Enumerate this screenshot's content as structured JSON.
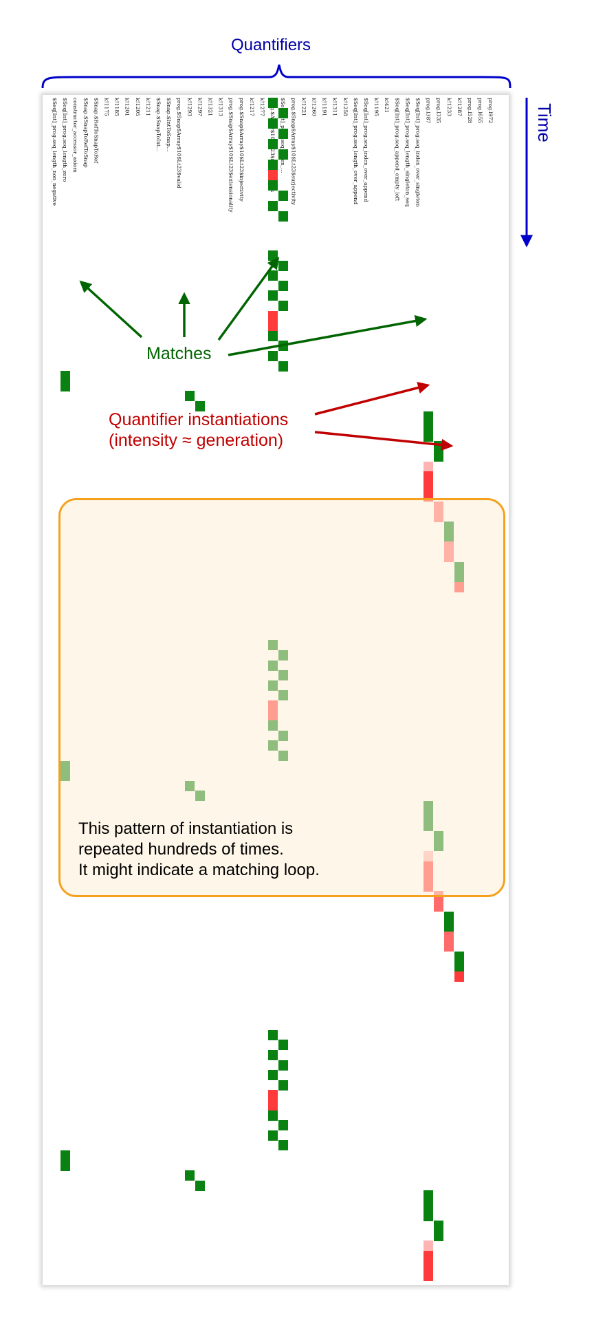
{
  "header": {
    "quantifiers_title": "Quantifiers",
    "time_label": "Time"
  },
  "quantifiers": [
    "$Seq[Int]_prog.seq_length_non_negative",
    "$Seq[Int]_prog.seq_length_zero",
    "constructor_accessor_axiom",
    "$Snap.$SnapToRefToSnap",
    "$Snap.$RefToSnapToRef",
    "k!1175",
    "k!1185",
    "k!1201",
    "k!1205",
    "k!1211",
    "$Snap.$SnapToInt...",
    "$Snap.$IntToSnap...",
    "prog.$Snap$Array$10$Lt23$valid",
    "k!1293",
    "k!1297",
    "k!1321",
    "k!1313",
    "prog.$Snap$Array$10$Lt23$extensionality",
    "prog.$Snap$Array$10$Lt23$injectivity",
    "k!1217",
    "k!1277",
    "prog.$Array$10$Lt23$read_indices",
    "$Seq[Int]_prog.seq_index_...",
    "prog.$Snap$Array$10$Lt23$surjectivity",
    "k!1221",
    "k!1260",
    "k!1191",
    "k!1311",
    "k!1258",
    "$Seq[Int]_prog.seq_length_over_append",
    "$Seq[Int]_prog.seq_index_over_append",
    "k!1195",
    "k!421",
    "$Seq[Int]_prog.seq_append_empty_left",
    "$Seq[Int]_prog.seq_length_singleton_seq",
    "$Seq[Int]_prog.seq_index_over_singleton",
    "prog.l387",
    "prog.l335",
    "k!1233",
    "k!1287",
    "prog.l528",
    "prog.l655",
    "prog.l972"
  ],
  "colors": {
    "match": "#0a8211",
    "inst_gen1": "#ff3a3a",
    "inst_gen2": "#ff6b6b",
    "inst_gen3": "#ffb4b4",
    "matches_text": "#006400",
    "inst_text": "#c00000",
    "bracket": "#0000c8",
    "loop_box_border": "#f5a11e"
  },
  "annotations": {
    "matches": "Matches",
    "inst_line1": "Quantifier instantiations",
    "inst_line2": "(intensity ≈ generation)",
    "note_line1": "This pattern of instantiation is",
    "note_line2": "repeated hundreds of times.",
    "note_line3": "It might indicate a matching loop."
  },
  "diagram": {
    "repetitions_shown": 3,
    "events_per_cycle": [
      [
        21,
        "match"
      ],
      [
        22,
        "match"
      ],
      [
        21,
        "match"
      ],
      [
        22,
        "match"
      ],
      [
        21,
        "match"
      ],
      [
        22,
        "match"
      ],
      [
        21,
        "inst_gen1"
      ],
      [
        21,
        "inst_gen1"
      ],
      [
        21,
        "match"
      ],
      [
        22,
        "match"
      ],
      [
        21,
        "match"
      ],
      [
        22,
        "match"
      ],
      [
        1,
        "match"
      ],
      [
        1,
        "match"
      ],
      [
        13,
        "match"
      ],
      [
        14,
        "match"
      ],
      [
        36,
        "match"
      ],
      [
        36,
        "match"
      ],
      [
        36,
        "match"
      ],
      [
        37,
        "match"
      ],
      [
        37,
        "match"
      ],
      [
        36,
        "inst_gen3"
      ],
      [
        36,
        "inst_gen1"
      ],
      [
        36,
        "inst_gen1"
      ],
      [
        36,
        "inst_gen1"
      ],
      [
        37,
        "inst_gen2"
      ],
      [
        37,
        "inst_gen2"
      ],
      [
        38,
        "match"
      ],
      [
        38,
        "match"
      ],
      [
        38,
        "inst_gen2"
      ],
      [
        38,
        "inst_gen2"
      ],
      [
        39,
        "match"
      ],
      [
        39,
        "match"
      ],
      [
        39,
        "inst_gen1"
      ]
    ]
  }
}
